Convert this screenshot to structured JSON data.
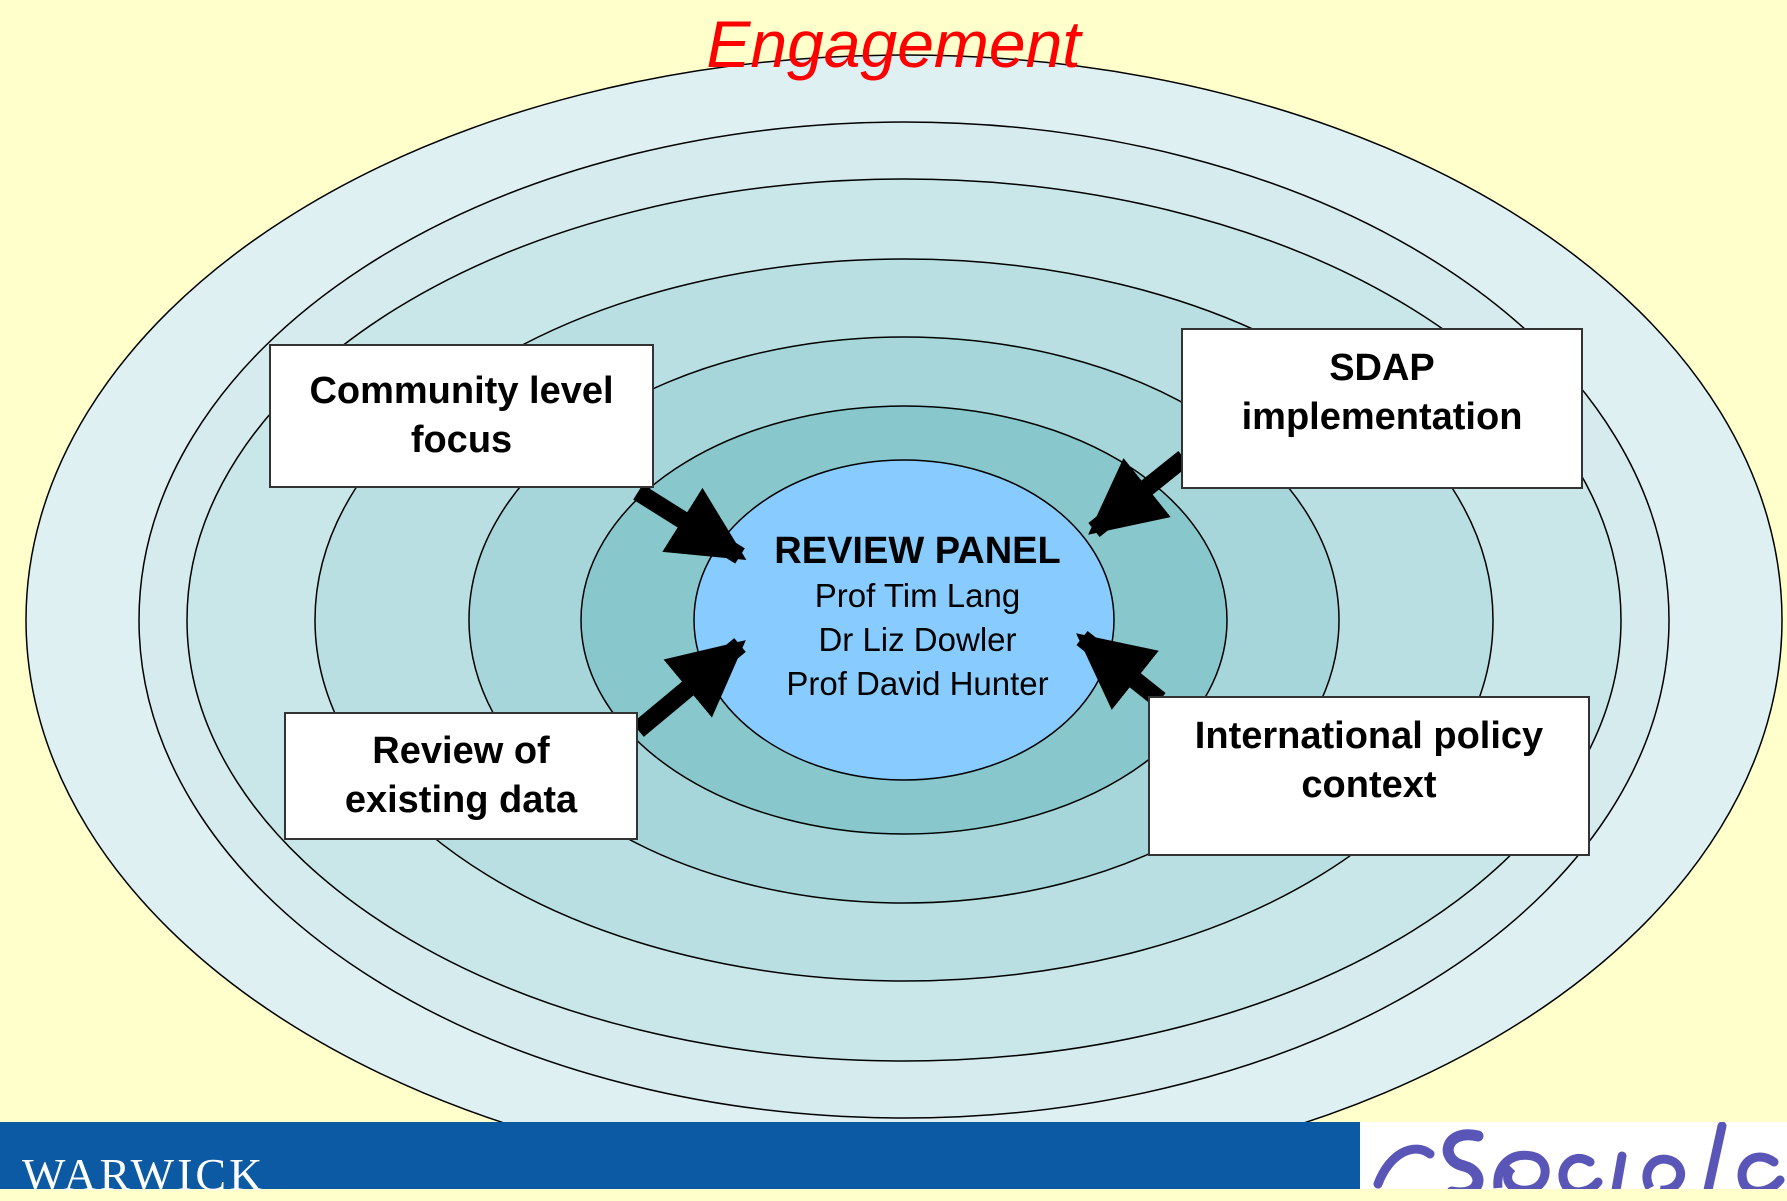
{
  "title": "Engagement",
  "center": {
    "title": "REVIEW PANEL",
    "members": [
      "Prof Tim Lang",
      "Dr Liz Dowler",
      "Prof David Hunter"
    ]
  },
  "boxes": {
    "top_left": [
      "Community level",
      "focus"
    ],
    "top_right": [
      "SDAP",
      "implementation"
    ],
    "bottom_left": [
      "Review of",
      "existing data"
    ],
    "bottom_right": [
      "International policy",
      "context"
    ]
  },
  "footer": {
    "brand": "WARWICK"
  },
  "colors": {
    "background": "#ffffcc",
    "ring_outer": "#dff0f2",
    "ring_inner": "#88c8cc",
    "center": "#88ccff",
    "title": "#ff0000",
    "arrow": "#000000",
    "footer_band": "#0b5aa3"
  }
}
